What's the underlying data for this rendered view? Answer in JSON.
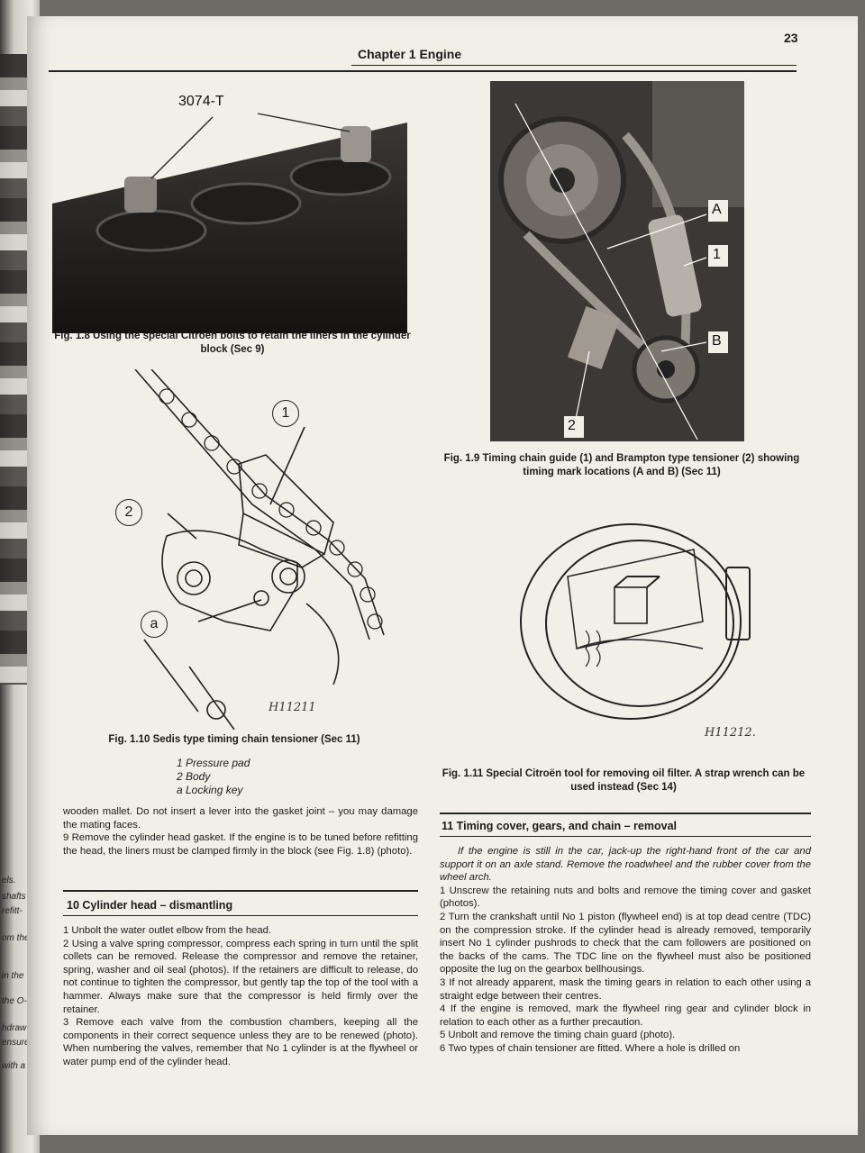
{
  "header": {
    "title": "Chapter 1  Engine",
    "page_number": "23"
  },
  "left_margin_fragments": [
    "els.",
    "shafts",
    "refitt-",
    "om the",
    "in the",
    "the O-",
    "hdraw",
    "ensure",
    "with a"
  ],
  "fig_1_8": {
    "label": "3074-T",
    "caption": "Fig. 1.8 Using the special Citroën bolts to retain the liners in the cylinder block (Sec 9)"
  },
  "fig_1_9": {
    "callouts": [
      "A",
      "1",
      "B",
      "2"
    ],
    "caption": "Fig. 1.9 Timing chain guide (1) and Brampton type tensioner (2) showing timing mark locations (A and B) (Sec 11)"
  },
  "fig_1_10": {
    "callouts": [
      "1",
      "2",
      "a"
    ],
    "ref": "H11211",
    "caption": "Fig. 1.10 Sedis type timing chain tensioner (Sec 11)",
    "legend": [
      "1  Pressure pad",
      "2  Body",
      "a  Locking key"
    ]
  },
  "fig_1_11": {
    "ref": "H11212.",
    "caption": "Fig. 1.11 Special Citroën tool for removing oil filter. A strap wrench can be used instead (Sec 14)"
  },
  "left_column": {
    "intro_lines": [
      "wooden mallet. Do not insert a lever into the gasket joint – you may damage the mating faces.",
      "9   Remove the cylinder head gasket. If the engine is to be tuned before refitting the head, the liners must be clamped firmly in the block (see Fig. 1.8) (photo)."
    ],
    "section_heading": "10  Cylinder head – dismantling",
    "paragraphs": [
      "1   Unbolt the water outlet elbow from the head.",
      "2   Using a valve spring compressor, compress each spring in turn until the split collets can be removed. Release the compressor and remove the retainer, spring, washer and oil seal (photos). If the retainers are difficult to release, do not continue to tighten the compressor, but gently tap the top of the tool with a hammer. Always make sure that the compressor is held firmly over the retainer.",
      "3   Remove each valve from the combustion chambers, keeping all the components in their correct sequence unless they are to be renewed (photo). When numbering the valves, remember that No 1 cylinder is at the flywheel or water pump end of the cylinder head."
    ]
  },
  "right_column": {
    "section_heading": "11  Timing cover, gears, and chain – removal",
    "intro": "If the engine is still in the car, jack-up the right-hand front of the car and support it on an axle stand. Remove the roadwheel and the rubber cover from the wheel arch.",
    "paragraphs": [
      "1   Unscrew the retaining nuts and bolts and remove the timing cover and gasket (photos).",
      "2   Turn the crankshaft until No 1 piston (flywheel end) is at top dead centre (TDC) on the compression stroke. If the cylinder head is already removed, temporarily insert No 1 cylinder pushrods to check that the cam followers are positioned on the backs of the cams. The TDC line on the flywheel must also be positioned opposite the lug on the gearbox bellhousings.",
      "3   If not already apparent, mask the timing gears in relation to each other using a straight edge between their centres.",
      "4   If the engine is removed, mark the flywheel ring gear and cylinder block in relation to each other as a further precaution.",
      "5   Unbolt and remove the timing chain guard (photo).",
      "6   Two types of chain tensioner are fitted. Where a hole is drilled on"
    ]
  }
}
